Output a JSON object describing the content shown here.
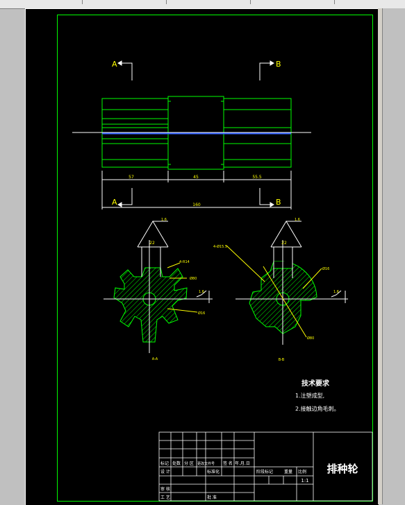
{
  "drawing": {
    "section_labels": {
      "a_top": "A",
      "b_top": "B",
      "a_bottom": "A",
      "b_bottom": "B"
    },
    "dimensions": {
      "left_segment": "57",
      "middle_segment": "45",
      "right_segment": "55.5",
      "overall_length": "160"
    },
    "left_view": {
      "surface_roughness": "1.6",
      "roughness_side": "1.6",
      "width_dim": "22",
      "hole_label": "4-R14",
      "outer_dia": "Ø80",
      "inner_dia": "Ø16",
      "caption": "A-A"
    },
    "right_view": {
      "surface_roughness": "1.6",
      "roughness_side": "1.6",
      "width_dim": "22",
      "hole_label": "4-Ø15.5",
      "inner_dia": "Ø16",
      "outer_dia": "Ø80",
      "caption": "B-B"
    },
    "notes": {
      "title": "技术要求",
      "line1": "1.注塑成型,",
      "line2": "2.接触边角毛刺。"
    },
    "title_block": {
      "part_name": "排种轮",
      "scale": "1:1",
      "row_labels": [
        "标记",
        "处数",
        "分 区",
        "更改文件号",
        "签 名",
        "年.月.日"
      ],
      "design": "设 计",
      "standardize": "标准化",
      "review": "审 核",
      "process": "工 艺",
      "approve": "批 准",
      "stage_mark": "阶段标记",
      "weight": "重量",
      "ratio": "比例"
    }
  },
  "colors": {
    "frame": "#00ff00",
    "outline": "#00ff00",
    "annotation": "#ffff00",
    "center_line": "#ffffff",
    "axis": "#3060ff",
    "background": "#000000"
  }
}
